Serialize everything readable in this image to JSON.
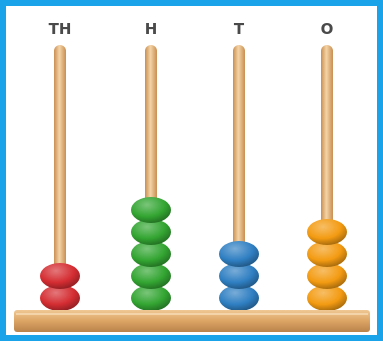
{
  "abacus": {
    "columns": [
      {
        "label": "TH",
        "beads": 2,
        "color": "#d42d32"
      },
      {
        "label": "H",
        "beads": 5,
        "color": "#33a532"
      },
      {
        "label": "T",
        "beads": 3,
        "color": "#2f7fc2"
      },
      {
        "label": "O",
        "beads": 4,
        "color": "#f39b12"
      }
    ],
    "rod_color": "#e3b47c",
    "base_color": "#d9a05f"
  }
}
